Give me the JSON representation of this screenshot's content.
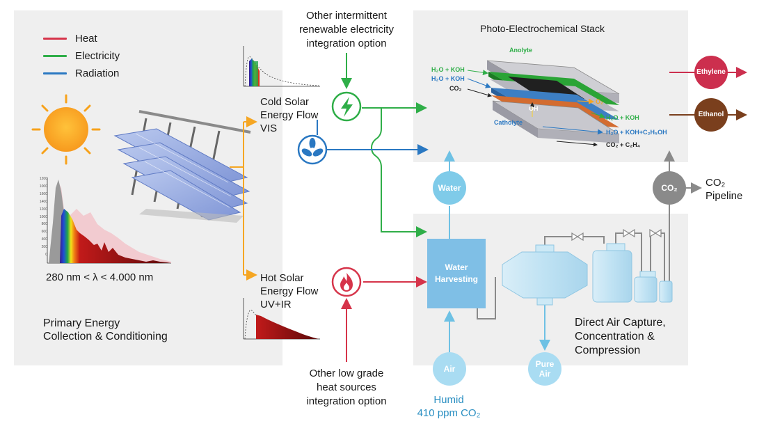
{
  "legend": {
    "items": [
      {
        "label": "Heat",
        "color": "#d6344a"
      },
      {
        "label": "Electricity",
        "color": "#2fae48"
      },
      {
        "label": "Radiation",
        "color": "#2a78c2"
      }
    ]
  },
  "left_panel": {
    "spectrum_range": "280 nm < λ < 4.000 nm",
    "title_line1": "Primary Energy",
    "title_line2": "Collection & Conditioning",
    "spectrum_ticks": [
      "1200",
      "1000",
      "1600",
      "1400",
      "1200",
      "1000",
      "800",
      "600",
      "400",
      "200",
      "0"
    ]
  },
  "flows": {
    "cold_line1": "Cold Solar",
    "cold_line2": "Energy Flow",
    "cold_line3": "VIS",
    "hot_line1": "Hot Solar",
    "hot_line2": "Energy Flow",
    "hot_line3": "UV+IR"
  },
  "top_note": {
    "line1": "Other intermittent",
    "line2": "renewable electricity",
    "line3": "integration option"
  },
  "bottom_note": {
    "line1": "Other low grade",
    "line2": "heat sources",
    "line3": "integration option"
  },
  "stack": {
    "title": "Photo-Electrochemical Stack",
    "anolyte": "Anolyte",
    "catholyte": "Catholyte",
    "oh": "OH",
    "in1": "H₂O + KOH",
    "in2": "H₂O + KOH",
    "in3": "CO₂",
    "out1": "O₂",
    "out2": "H₂O + KOH",
    "out3": "H₂O + KOH+C₂H₅OH",
    "out4": "CO₂ + C₂H₄"
  },
  "products": {
    "ethylene": "Ethylene",
    "ethanol": "Ethanol",
    "ethylene_color": "#cc2f4e",
    "ethanol_color": "#7a3f1d"
  },
  "dac": {
    "water": "Water",
    "water_harvesting_line1": "Water",
    "water_harvesting_line2": "Harvesting",
    "co2": "CO₂",
    "co2_pipeline_line1": "CO₂",
    "co2_pipeline_line2": "Pipeline",
    "air": "Air",
    "pure_air_line1": "Pure",
    "pure_air_line2": "Air",
    "humid_line1": "Humid",
    "humid_line2": "410 ppm CO₂",
    "title_line1": "Direct Air Capture,",
    "title_line2": "Concentration &",
    "title_line3": "Compression"
  }
}
